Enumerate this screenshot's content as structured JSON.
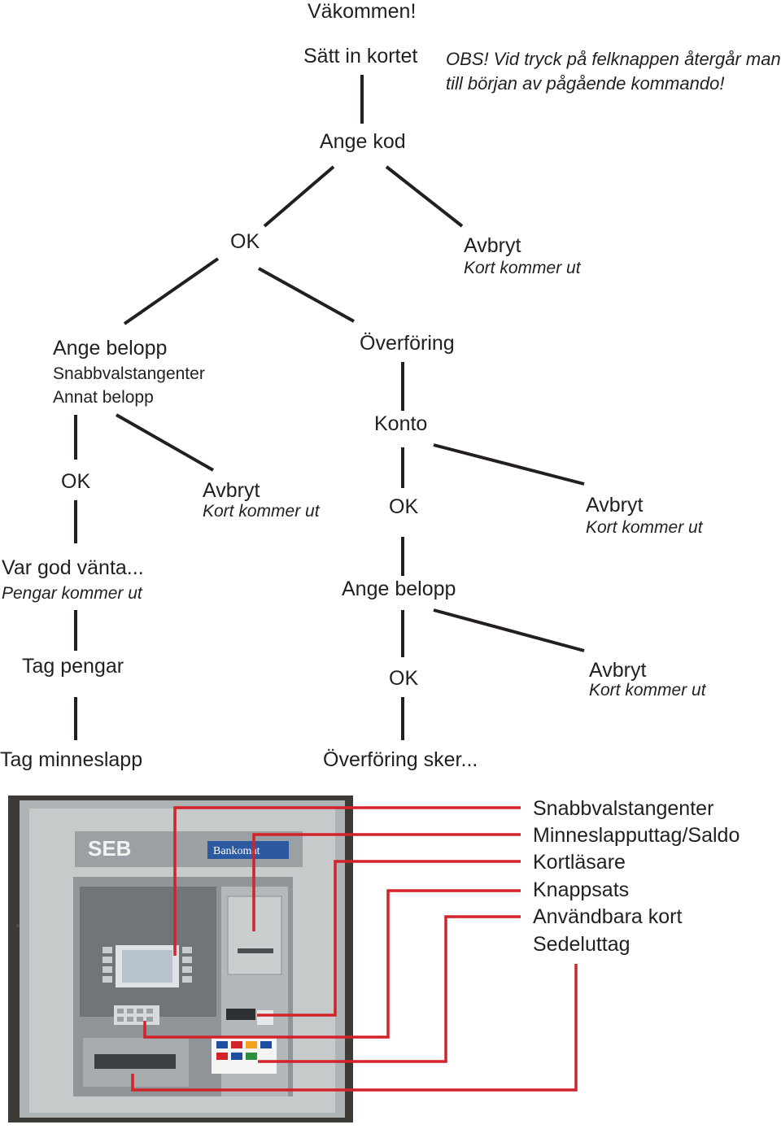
{
  "flow": {
    "welcome": "Väkommen!",
    "insert_card": "Sätt in kortet",
    "note_line1": "OBS! Vid tryck på felknappen återgår man",
    "note_line2": "till början av pågående kommando!",
    "enter_code": "Ange kod",
    "ok_1": "OK",
    "cancel_1": "Avbryt",
    "card_out_1": "Kort kommer ut",
    "enter_amount_1": "Ange belopp",
    "quick_keys": "Snabbvalstangenter",
    "other_amount": "Annat belopp",
    "transfer": "Överföring",
    "account": "Konto",
    "ok_2": "OK",
    "cancel_2": "Avbryt",
    "card_out_2": "Kort kommer ut",
    "ok_3": "OK",
    "cancel_3": "Avbryt",
    "card_out_3": "Kort kommer ut",
    "please_wait": "Var god vänta...",
    "money_out": "Pengar kommer ut",
    "enter_amount_2": "Ange belopp",
    "take_money": "Tag pengar",
    "ok_4": "OK",
    "cancel_4": "Avbryt",
    "card_out_4": "Kort kommer ut",
    "take_receipt": "Tag minneslapp",
    "transfer_happening": "Överföring sker..."
  },
  "atm": {
    "brand": "SEB",
    "sign": "Bankomat"
  },
  "legend": [
    "Snabbvalstangenter",
    "Minneslapputtag/Saldo",
    "Kortläsare",
    "Knappsats",
    "Användbara kort",
    "Sedeluttag"
  ],
  "colors": {
    "ink": "#231f20",
    "callout": "#d2232a",
    "atm_frame": "#b9bdbf",
    "atm_panel": "#8e9497"
  }
}
